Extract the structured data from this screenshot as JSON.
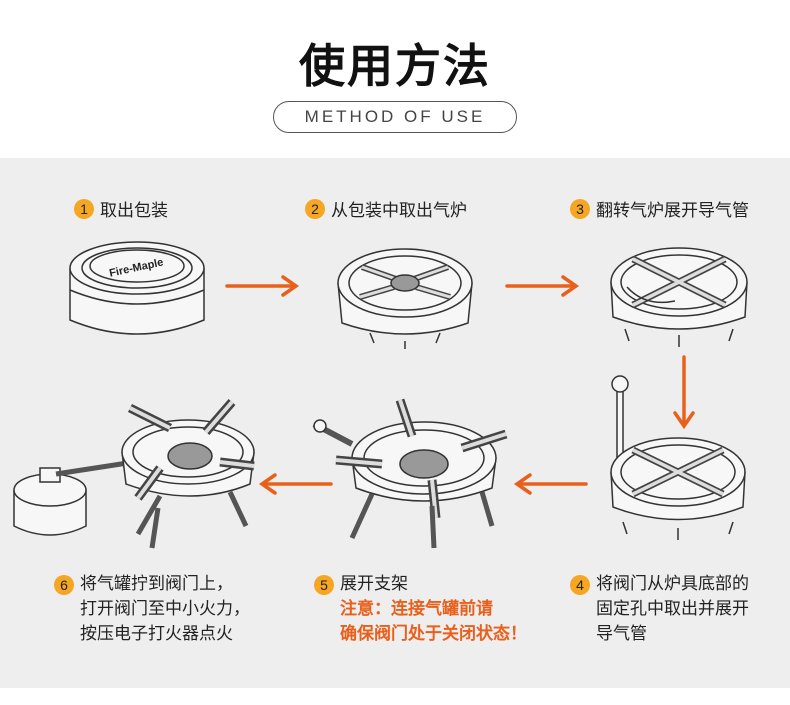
{
  "header": {
    "title": "使用方法",
    "subtitle": "METHOD OF USE"
  },
  "steps": [
    {
      "num": "1",
      "lines": [
        "取出包装"
      ]
    },
    {
      "num": "2",
      "lines": [
        "从包装中取出气炉"
      ]
    },
    {
      "num": "3",
      "lines": [
        "翻转气炉展开导气管"
      ]
    },
    {
      "num": "4",
      "lines": [
        "将阀门从炉具底部的",
        "固定孔中取出并展开",
        "导气管"
      ]
    },
    {
      "num": "5",
      "lines": [
        "展开支架"
      ],
      "warning": [
        "注意：连接气罐前请",
        "确保阀门处于关闭状态！"
      ]
    },
    {
      "num": "6",
      "lines": [
        "将气罐拧到阀门上，",
        "打开阀门至中小火力，",
        "按压电子打火器点火"
      ]
    }
  ],
  "colors": {
    "accent": "#f5a623",
    "arrow": "#e8601c",
    "panel": "#eeeeee"
  },
  "icons": {
    "can_logo": "Fire-Maple"
  }
}
